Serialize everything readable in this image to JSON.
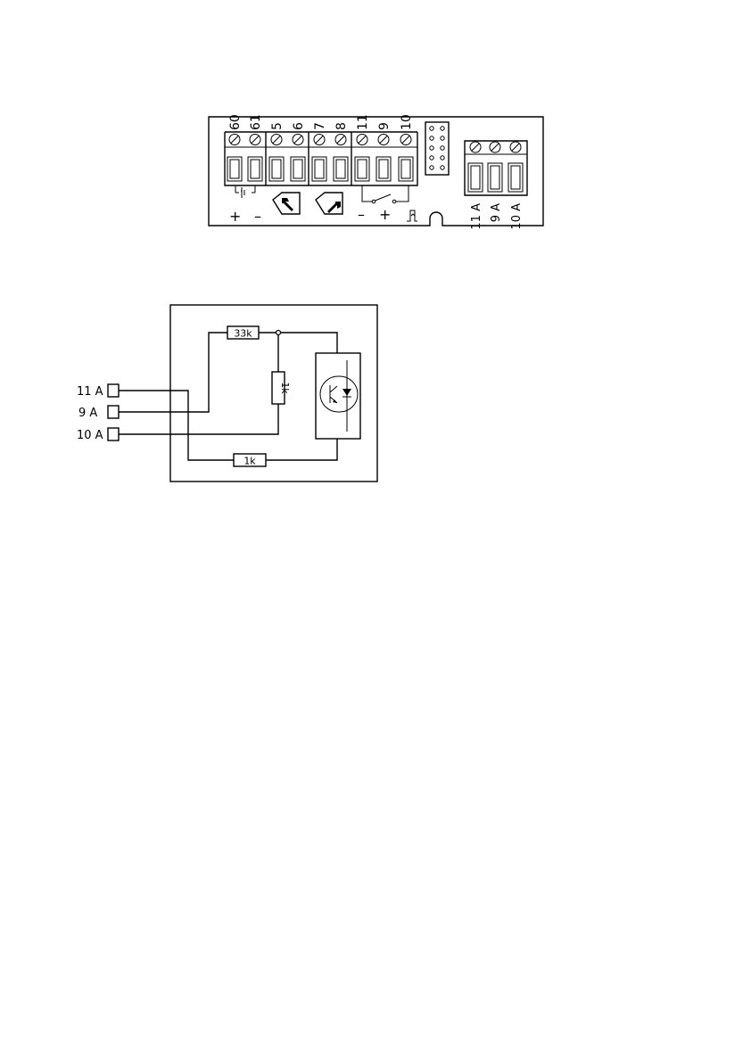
{
  "terminal_block": {
    "terminal_numbers": [
      "60",
      "61",
      "5",
      "6",
      "7",
      "8",
      "11",
      "9",
      "10"
    ],
    "polarity_battery": {
      "plus": "+",
      "minus": "–"
    },
    "polarity_input": {
      "minus": "–",
      "plus": "+"
    },
    "aux_terminals": [
      "11 A",
      "9 A",
      "10 A"
    ],
    "icons": [
      "battery-icon",
      "up-left-arrow-icon",
      "up-right-arrow-icon",
      "switch-icon",
      "pulse-icon"
    ]
  },
  "circuit": {
    "pins": [
      "11 A",
      "9 A",
      "10 A"
    ],
    "resistor_top": "33k",
    "resistor_vertical": "1k",
    "resistor_bottom": "1k",
    "component": "optocoupler-icon"
  }
}
